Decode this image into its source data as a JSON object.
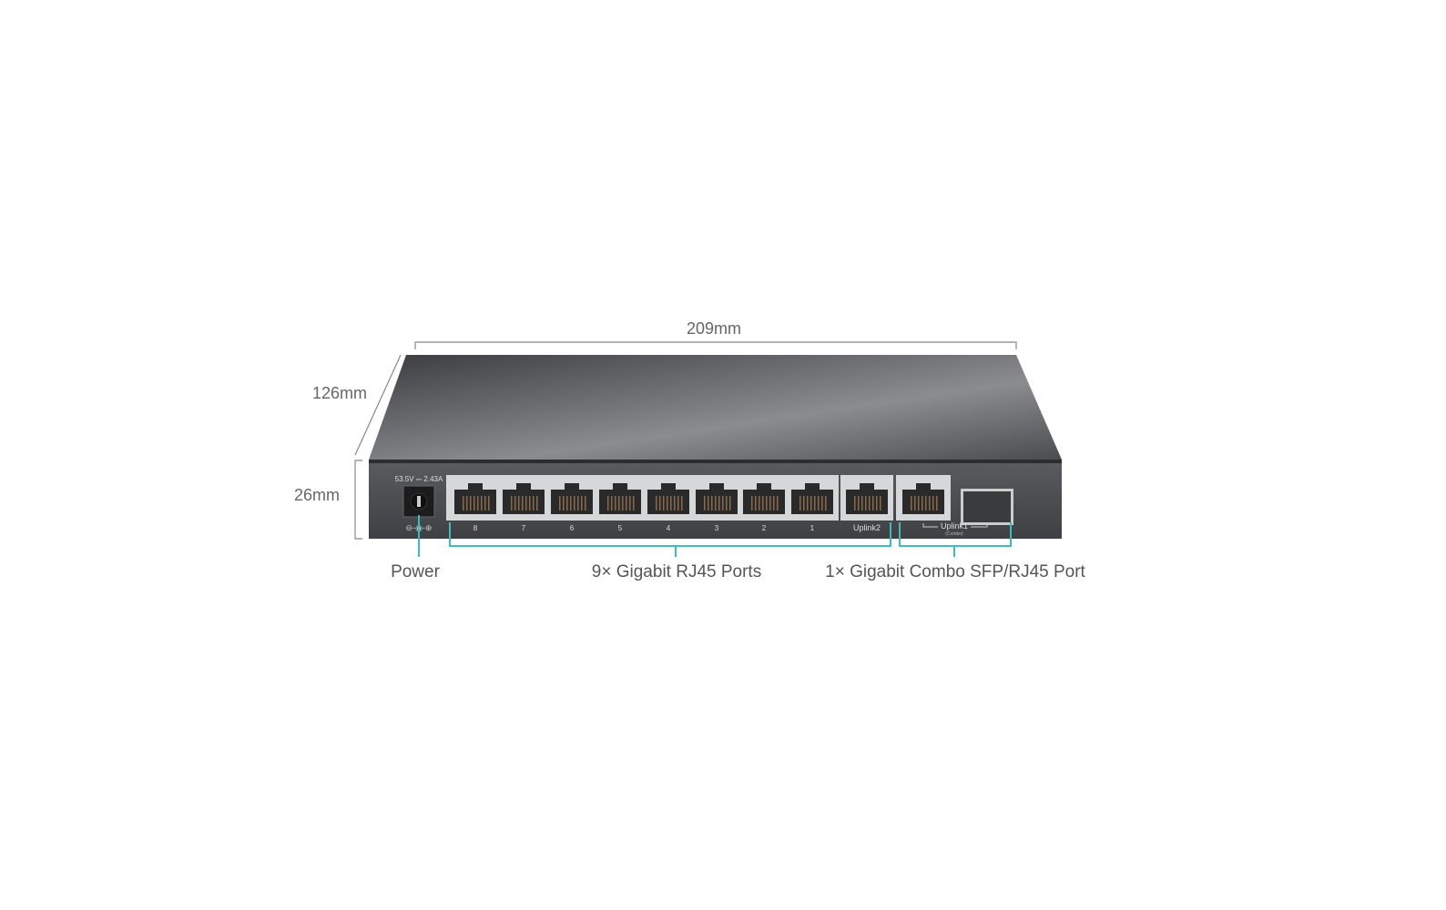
{
  "dimensions": {
    "width": "209mm",
    "depth": "126mm",
    "height": "26mm"
  },
  "device": {
    "power_rating": "53.5V ⎓ 2.43A",
    "port_labels": [
      "8",
      "7",
      "6",
      "5",
      "4",
      "3",
      "2",
      "1",
      "Uplink2"
    ],
    "combo_label": "Uplink1",
    "combo_sublabel": "(Combo)"
  },
  "callouts": {
    "power": "Power",
    "rj45": "9× Gigabit RJ45 Ports",
    "combo": "1× Gigabit Combo SFP/RJ45 Port"
  },
  "colors": {
    "callout_line": "#3dbcbc",
    "body": "#4a4c4f"
  }
}
